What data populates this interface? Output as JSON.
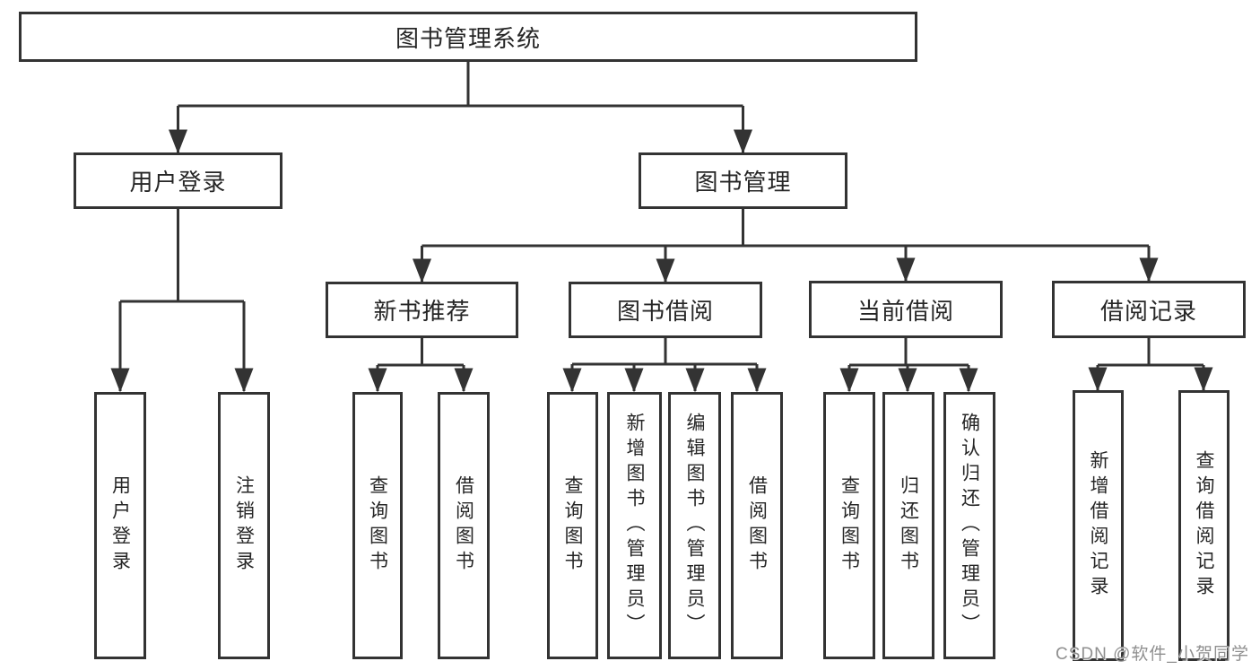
{
  "diagram": {
    "root": "图书管理系统",
    "branches": [
      {
        "label": "用户登录",
        "leaves": [
          "用户登录",
          "注销登录"
        ]
      },
      {
        "label": "图书管理",
        "groups": [
          {
            "label": "新书推荐",
            "leaves": [
              "查询图书",
              "借阅图书"
            ]
          },
          {
            "label": "图书借阅",
            "leaves": [
              "查询图书",
              "新增图书（管理员）",
              "编辑图书（管理员）",
              "借阅图书"
            ]
          },
          {
            "label": "当前借阅",
            "leaves": [
              "查询图书",
              "归还图书",
              "确认归还（管理员）"
            ]
          },
          {
            "label": "借阅记录",
            "leaves": [
              "新增借阅记录",
              "查询借阅记录"
            ]
          }
        ]
      }
    ]
  },
  "watermark": {
    "text": "CSDN @软件_小贺同学"
  },
  "colors": {
    "line": "#333333",
    "box_border": "#333333",
    "box_background": "#ffffff",
    "text": "#262626",
    "watermark_text": "#8f8f8f"
  }
}
